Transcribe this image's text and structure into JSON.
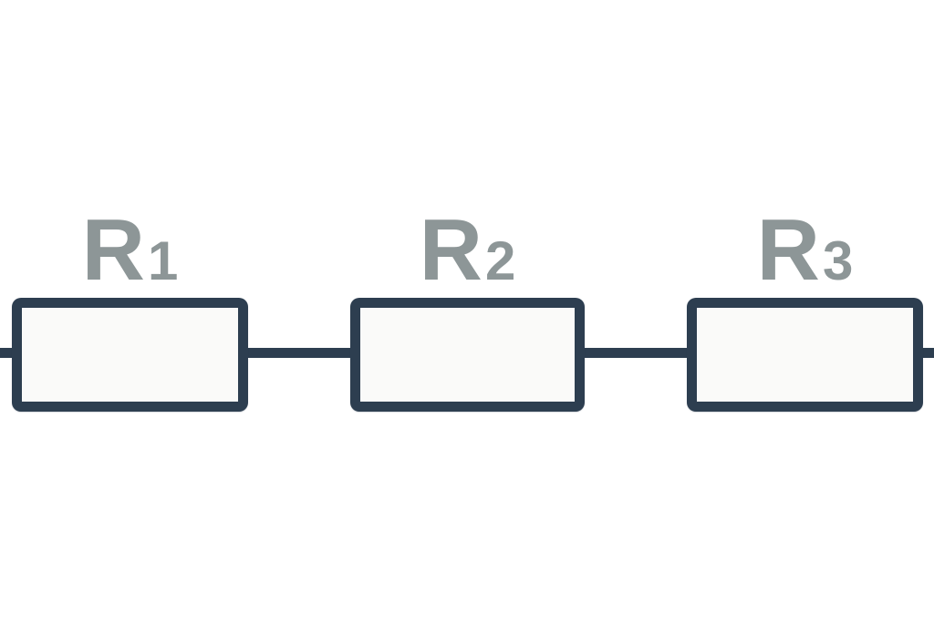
{
  "diagram": {
    "type": "circuit-schematic",
    "description": "Three resistors connected in series on a single horizontal wire",
    "colors": {
      "wire": "#2d3e50",
      "resistor_border": "#2d3e50",
      "resistor_fill": "#fafaf9",
      "label": "#8d9697",
      "background": "#ffffff"
    },
    "components": [
      {
        "id": "resistor-1",
        "label_base": "R",
        "label_sub": "1"
      },
      {
        "id": "resistor-2",
        "label_base": "R",
        "label_sub": "2"
      },
      {
        "id": "resistor-3",
        "label_base": "R",
        "label_sub": "3"
      }
    ]
  }
}
